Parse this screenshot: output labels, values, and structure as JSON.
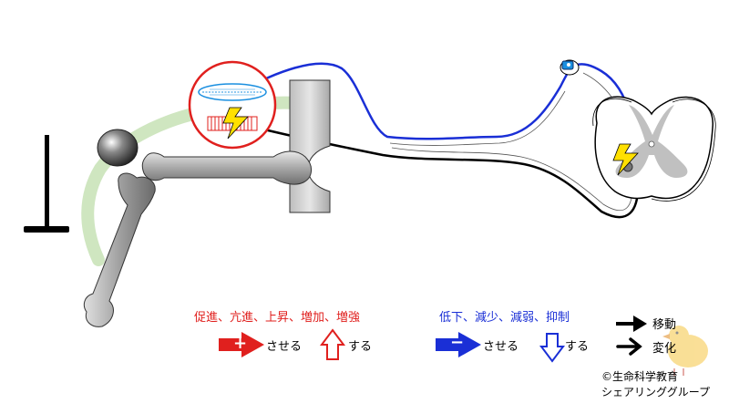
{
  "legend": {
    "red_label": "促進、亢進、上昇、増加、増強",
    "blue_label": "低下、減少、減弱、抑制",
    "plus_sign": "+",
    "minus_sign": "−",
    "red_solid_caption": "させる",
    "red_hollow_caption": "する",
    "blue_solid_caption": "させる",
    "blue_hollow_caption": "する",
    "move_label": "移動",
    "change_label": "変化"
  },
  "credit": {
    "line1": "©生命科学教育",
    "line2": "シェアリンググループ"
  },
  "colors": {
    "red": "#e0201e",
    "blue": "#1a2fd6",
    "black": "#000000",
    "bone": "#c8c8c8",
    "muscle": "#cfe6c0",
    "lightning": "#ffe000"
  }
}
